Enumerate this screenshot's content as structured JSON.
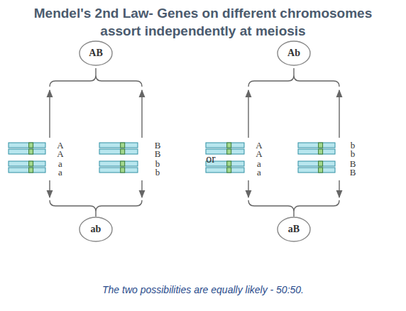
{
  "diagram": {
    "title": "Mendel's 2nd Law- Genes on different chromosomes assort independently at meiosis",
    "caption": "The two possibilities are equally likely - 50:50.",
    "nodes": [
      {
        "text": [
          "AB"
        ]
      },
      {
        "text": [
          "Ab"
        ]
      },
      {
        "text": [
          "ab"
        ]
      },
      {
        "text": [
          "aB"
        ]
      }
    ],
    "labels": [
      "A",
      "A",
      "a",
      "a",
      "B",
      "B",
      "b",
      "b",
      "or",
      "A",
      "A",
      "a",
      "a",
      "b",
      "b",
      "B",
      "B"
    ]
  }
}
